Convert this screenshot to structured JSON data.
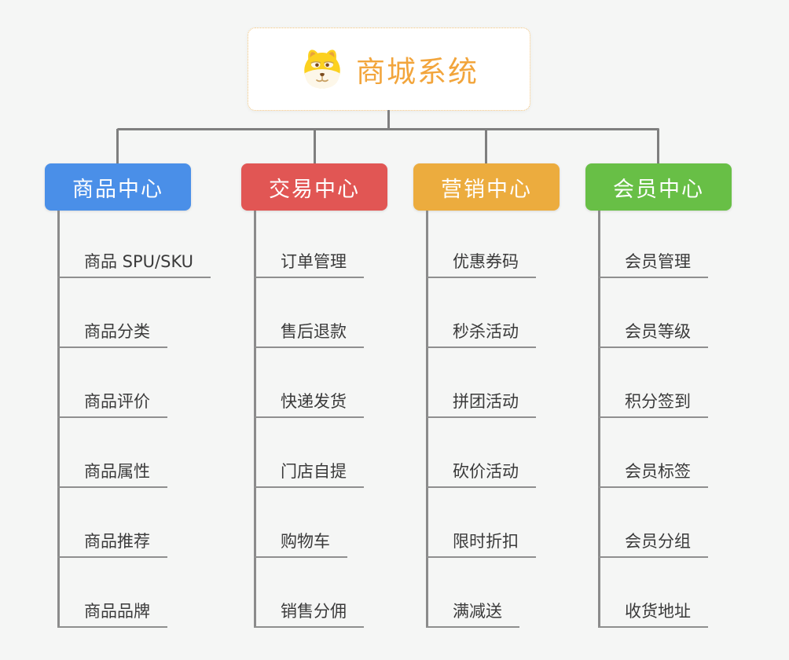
{
  "root": {
    "title": "商城系统",
    "icon": "dog-icon"
  },
  "branches": [
    {
      "label": "商品中心",
      "color": "#4a8fe8",
      "children": [
        "商品 SPU/SKU",
        "商品分类",
        "商品评价",
        "商品属性",
        "商品推荐",
        "商品品牌"
      ]
    },
    {
      "label": "交易中心",
      "color": "#e15654",
      "children": [
        "订单管理",
        "售后退款",
        "快递发货",
        "门店自提",
        "购物车",
        "销售分佣"
      ]
    },
    {
      "label": "营销中心",
      "color": "#ecac3e",
      "children": [
        "优惠券码",
        "秒杀活动",
        "拼团活动",
        "砍价活动",
        "限时折扣",
        "满减送"
      ]
    },
    {
      "label": "会员中心",
      "color": "#68bf46",
      "children": [
        "会员管理",
        "会员等级",
        "积分签到",
        "会员标签",
        "会员分组",
        "收货地址"
      ]
    }
  ],
  "colors": {
    "background": "#f5f6f5",
    "connector": "#7f7f7f",
    "leaf_line": "#8f8f8f",
    "leaf_text": "#3a3a3a",
    "root_accent": "#f2a53c",
    "root_border": "#f2c47c"
  }
}
